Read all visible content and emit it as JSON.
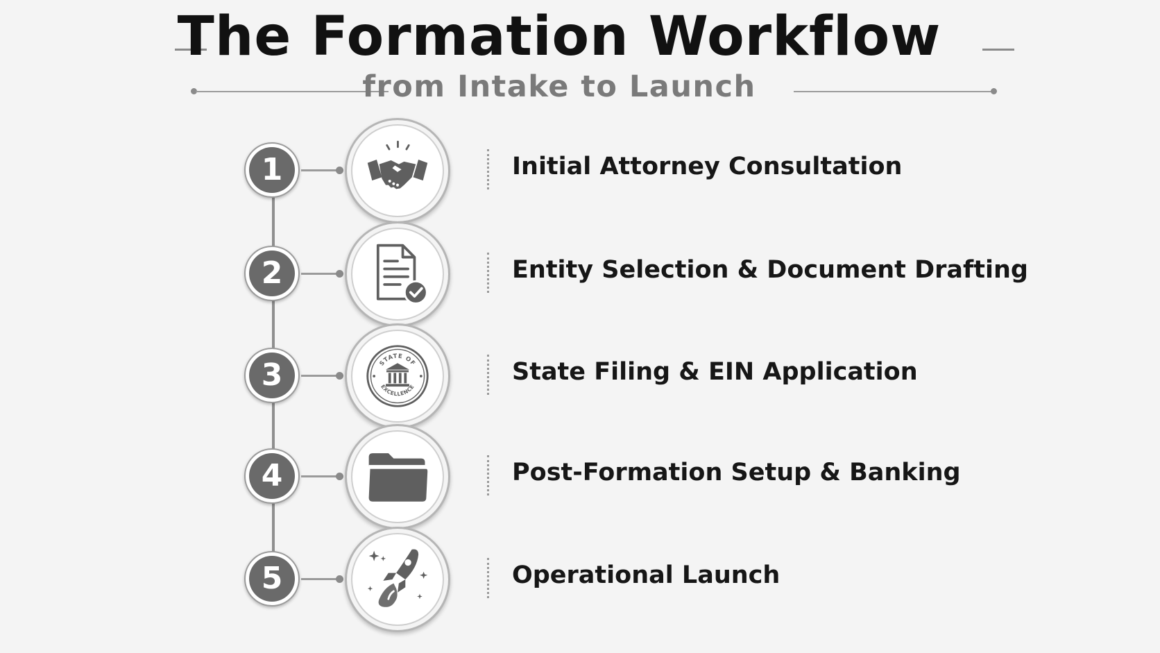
{
  "header": {
    "title": "The Formation Workflow",
    "subtitle": "from Intake to Launch"
  },
  "steps": [
    {
      "number": "1",
      "label": "Initial Attorney Consultation",
      "icon": "handshake-icon"
    },
    {
      "number": "2",
      "label": "Entity Selection & Document Drafting",
      "icon": "document-check-icon"
    },
    {
      "number": "3",
      "label": "State Filing & EIN Application",
      "icon": "state-seal-icon",
      "icon_text": [
        "STATE OF",
        "EXCELLENCE"
      ]
    },
    {
      "number": "4",
      "label": "Post-Formation Setup & Banking",
      "icon": "folder-icon"
    },
    {
      "number": "5",
      "label": "Operational Launch",
      "icon": "rocket-icon"
    }
  ],
  "colors": {
    "background": "#f4f4f4",
    "badge_fill": "#6a6a6a",
    "icon_fill": "#5f5f5f",
    "text": "#161616",
    "subtitle": "#7a7a7a"
  }
}
